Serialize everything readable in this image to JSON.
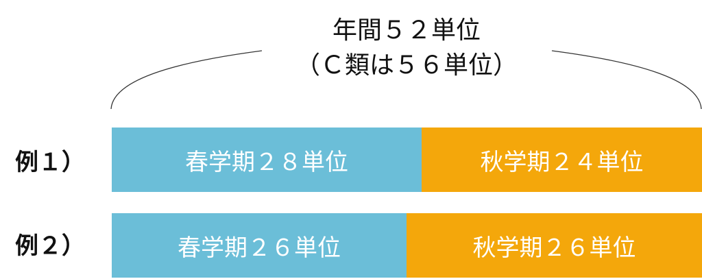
{
  "title": {
    "line1": "年間５２単位",
    "line2": "（Ｃ類は５６単位）"
  },
  "colors": {
    "spring": "#6bbed8",
    "autumn": "#f4a70b"
  },
  "examples": [
    {
      "label": "例１）",
      "spring": {
        "label": "春学期２８単位",
        "units": 28
      },
      "autumn": {
        "label": "秋学期２４単位",
        "units": 24
      }
    },
    {
      "label": "例２）",
      "spring": {
        "label": "春学期２６単位",
        "units": 26
      },
      "autumn": {
        "label": "秋学期２６単位",
        "units": 26
      }
    }
  ]
}
